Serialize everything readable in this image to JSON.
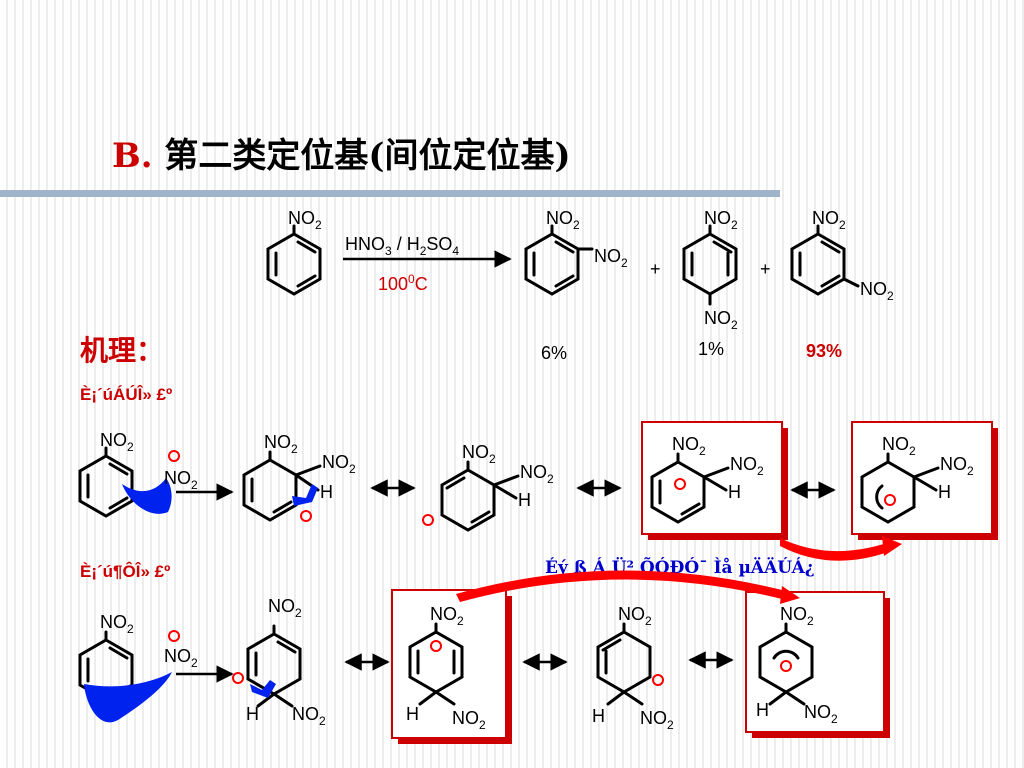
{
  "title": {
    "letter": "B.",
    "text": "第二类定位基(间位定位基)"
  },
  "reaction": {
    "reagent_main": "HNO",
    "reagent_sub1": "3",
    "reagent_sep": " / H",
    "reagent_sub2": "2",
    "reagent_tail": "SO",
    "reagent_sub3": "4",
    "temperature_value": "100",
    "temperature_sup": "0",
    "temperature_unit": "C",
    "plus": "+",
    "yields": {
      "ortho": "6%",
      "para": "1%",
      "meta": "93%"
    }
  },
  "groups": {
    "nitro_main": "NO",
    "nitro_sub": "2",
    "hydrogen": "H"
  },
  "mechanism": {
    "heading": "机理：",
    "ortho_attack_label": "È¡´úÁÚÎ» £º",
    "para_attack_label": "È¡´ú¶ÔÎ» £º",
    "unstable_note": "Éý ß Á Ü² ÕÓÐÓ¯ Ìå µÄÄÚÁ¿"
  },
  "colors": {
    "title_letter": "#cc0000",
    "yield_meta": "#cc0000",
    "temperature": "#cc0000",
    "highlight_box": "#cc0000",
    "curved_arrow": "#ff0000",
    "charge": "#ff0000",
    "electron_push": "#0022ee",
    "note_text": "#0000cc"
  }
}
